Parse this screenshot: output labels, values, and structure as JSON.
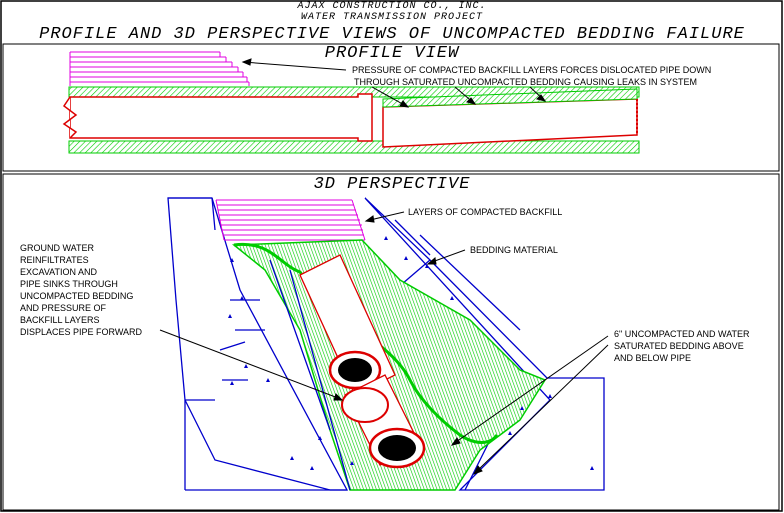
{
  "header": {
    "company": "AJAX CONSTRUCTION CO., INC.",
    "project": "WATER TRANSMISSION PROJECT",
    "title": "PROFILE AND 3D PERSPECTIVE VIEWS OF UNCOMPACTED BEDDING FAILURE"
  },
  "profile": {
    "heading": "PROFILE VIEW",
    "note_line1": "PRESSURE OF COMPACTED BACKFILL LAYERS FORCES DISLOCATED PIPE DOWN",
    "note_line2": "THROUGH SATURATED UNCOMPACTED BEDDING CAUSING LEAKS IN SYSTEM"
  },
  "perspective": {
    "heading": "3D PERSPECTIVE",
    "label_backfill": "LAYERS OF COMPACTED BACKFILL",
    "label_bedding": "BEDDING MATERIAL",
    "left_note": [
      "GROUND WATER",
      "REINFILTRATES",
      "EXCAVATION AND",
      "PIPE SINKS THROUGH",
      "UNCOMPACTED BEDDING",
      "AND PRESSURE OF",
      "BACKFILL LAYERS",
      "DISPLACES PIPE FORWARD"
    ],
    "right_note": [
      "6\" UNCOMPACTED AND WATER",
      "SATURATED BEDDING ABOVE",
      "AND BELOW PIPE"
    ]
  },
  "colors": {
    "frame": "#000000",
    "trench": "#0000cc",
    "bedding": "#00cc00",
    "pipe": "#dd0000",
    "backfill": "#e000e0"
  }
}
